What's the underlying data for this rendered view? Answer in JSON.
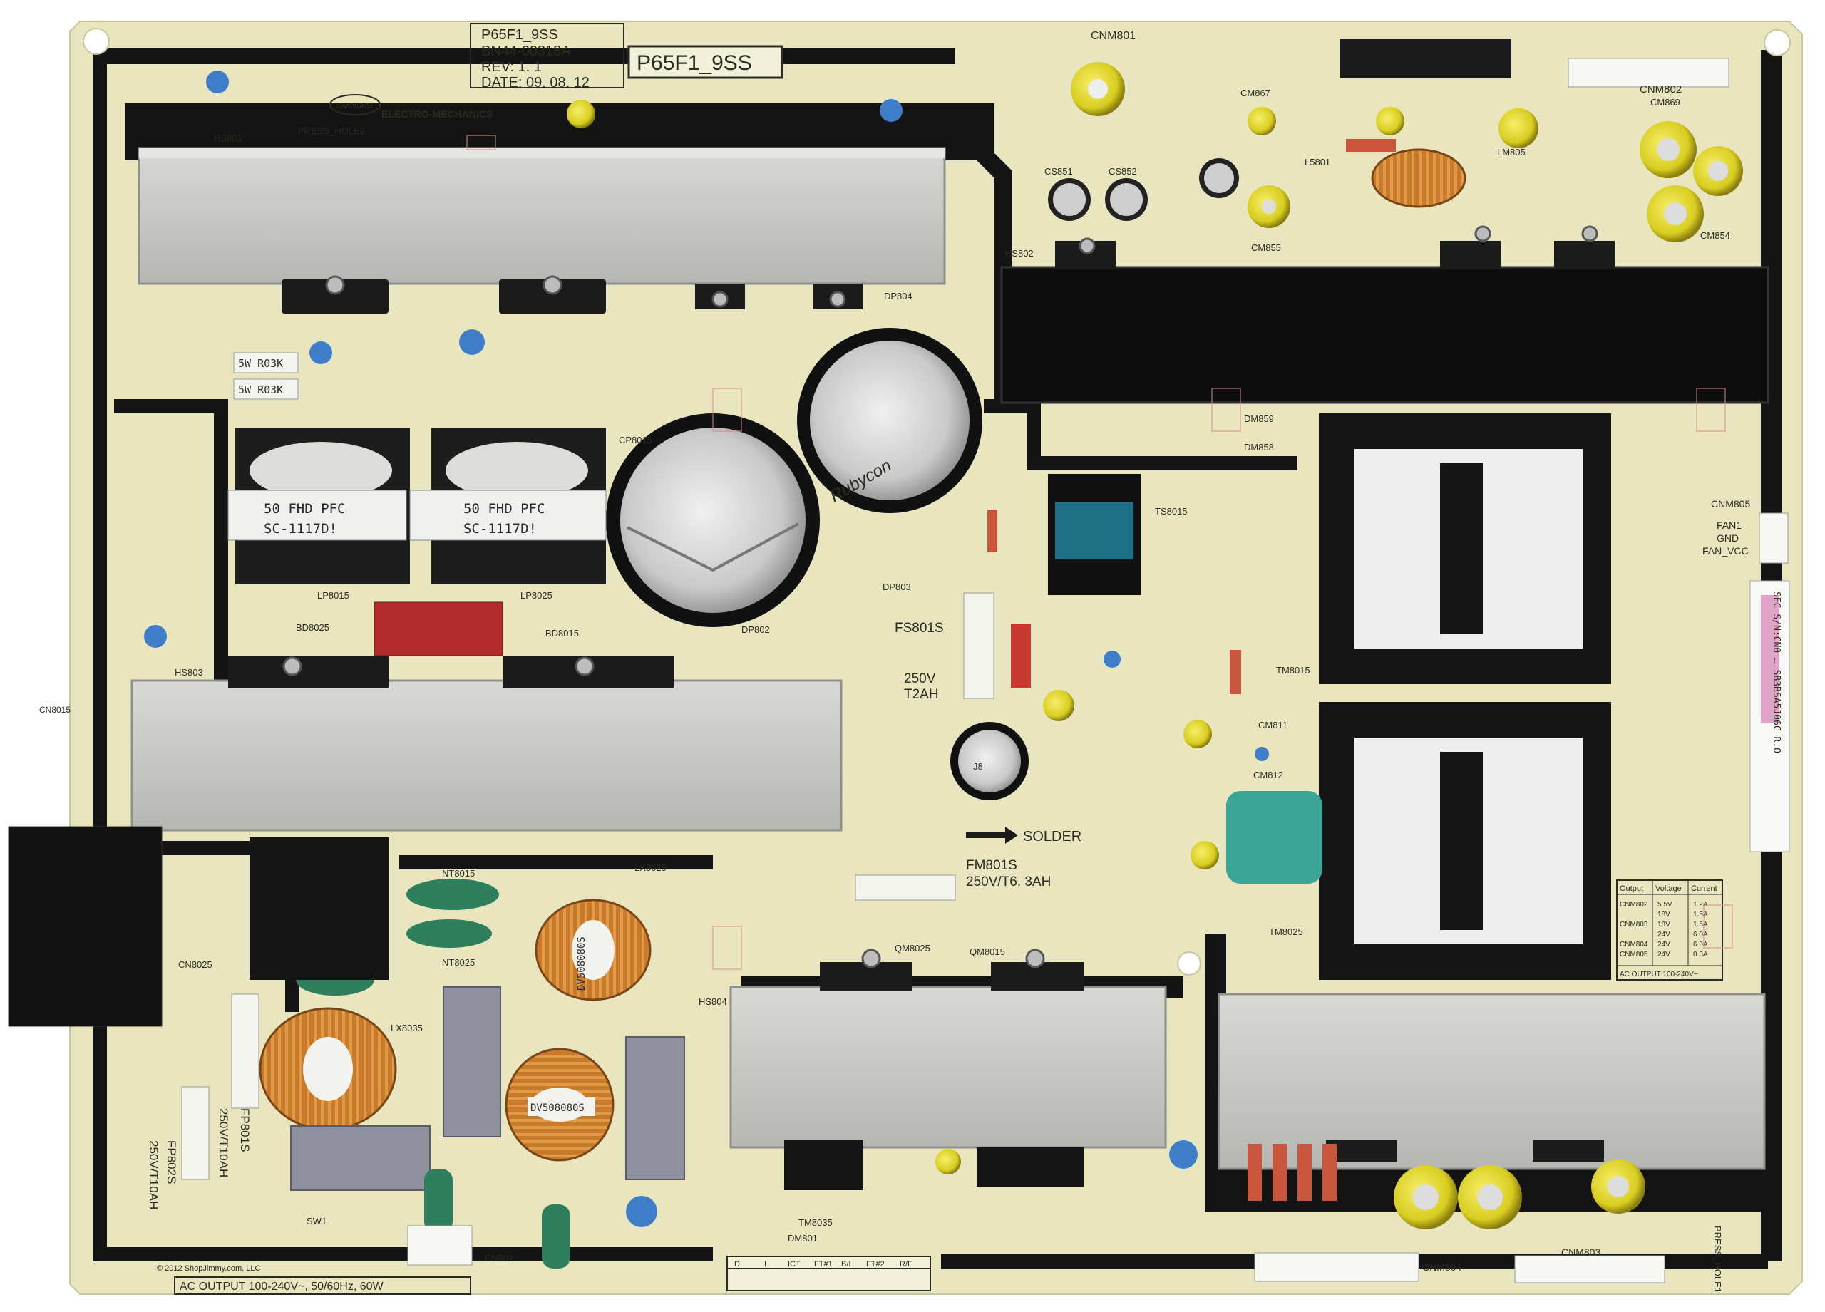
{
  "board": {
    "model": "P65F1_9SS",
    "part_number": "BN44-00318A",
    "revision": "REV: 1. 1",
    "date": "DATE: 09. 08. 12",
    "model_box": "P65F1_9SS",
    "brand": "SAMSUNG",
    "maker": "ELECTRO-MECHANICS",
    "press_hole2": "PRESS_HOLE2",
    "press_hole1": "PRESS_HOLE1",
    "solder": "SOLDER",
    "ac_output": "AC OUTPUT  100-240V~, 50/60Hz, 60W",
    "copyright": "© 2012 ShopJimmy.com, LLC",
    "sticker": "SEC S/N:CN0 … SB3BSA5J06C R.O"
  },
  "colors": {
    "pcb": "#e9e6bf",
    "trace_black": "#111111",
    "heatsink": "#cfcfcc",
    "capacitor": "#dedede",
    "copper": "#c87a2c",
    "cap_y": "#dfd51a"
  },
  "components": {
    "pfc1": "50 FHD PFC",
    "pfc1_code": "SC-1117D!",
    "pfc2": "50 FHD PFC",
    "pfc2_code": "SC-1117D!",
    "cap_brand": "Rubycon",
    "fuse1": "FS801S",
    "fuse1_rating1": "250V",
    "fuse1_rating2": "T2AH",
    "fuse2": "FM801S",
    "fuse2_rating": "250V/T6. 3AH",
    "fuse3": "FP801S",
    "fuse3_rating": "250V/T10AH",
    "fuse4": "FP802S",
    "fuse4_rating": "250V/T10AH",
    "choke1": "DV508080S",
    "choke2": "DV508080S",
    "res1": "5W R03K",
    "res2": "5W R03K"
  },
  "refdes": {
    "cnm801": "CNM801",
    "cnm802": "CNM802",
    "cnm803": "CNM803",
    "cnm804": "CNM804",
    "cnm805": "CNM805",
    "tm8015": "TM8015",
    "tm8025": "TM8025",
    "ts8015": "TS8015",
    "bd8015": "BD8015",
    "bd8025": "BD8025",
    "lp8015": "LP8015",
    "lp8025": "LP8025",
    "cp8015": "CP8015",
    "lx8025": "LX8025",
    "lx8035": "LX8035",
    "nt8015": "NT8015",
    "nt8025": "NT8025",
    "cn8015": "CN8015",
    "cn8025": "CN8025",
    "cn802": "CN802",
    "hs801": "HS801",
    "hs803": "HS803",
    "hs804": "HS804",
    "hs802": "HS802",
    "dm858": "DM858",
    "dm859": "DM859",
    "cm812": "CM812",
    "cm811": "CM811",
    "dp803": "DP803",
    "dp802": "DP802",
    "dp804": "DP804",
    "qm8015": "QM8015",
    "qm8025": "QM8025",
    "tm8035": "TM8035",
    "dm801": "DM801",
    "cs851": "CS851",
    "cs852": "CS852",
    "cm855": "CM855",
    "cm854": "CM854",
    "cm869": "CM869",
    "cm867": "CM867",
    "lm805": "LM805",
    "l5801": "L5801",
    "sw1": "SW1",
    "j8": "J8"
  },
  "fan_labels": {
    "fan1": "FAN1",
    "gnd": "GND",
    "fan_vcc": "FAN_VCC"
  },
  "output_table": {
    "title": "Output",
    "voltage": "Voltage",
    "current": "Current",
    "rows": [
      [
        "CNM802",
        "5.5V",
        "1.2A"
      ],
      [
        "",
        "18V",
        "1.5A"
      ],
      [
        "CNM803",
        "18V",
        "1.5A"
      ],
      [
        "",
        "24V",
        "6.0A"
      ],
      [
        "CNM804",
        "24V",
        "6.0A"
      ],
      [
        "CNM805",
        "24V",
        "0.3A"
      ]
    ],
    "footer": "AC OUTPUT 100-240V~"
  },
  "qc_table": {
    "headers": [
      "D",
      "I",
      "ICT",
      "FT#1",
      "B/I",
      "FT#2",
      "R/F"
    ]
  }
}
